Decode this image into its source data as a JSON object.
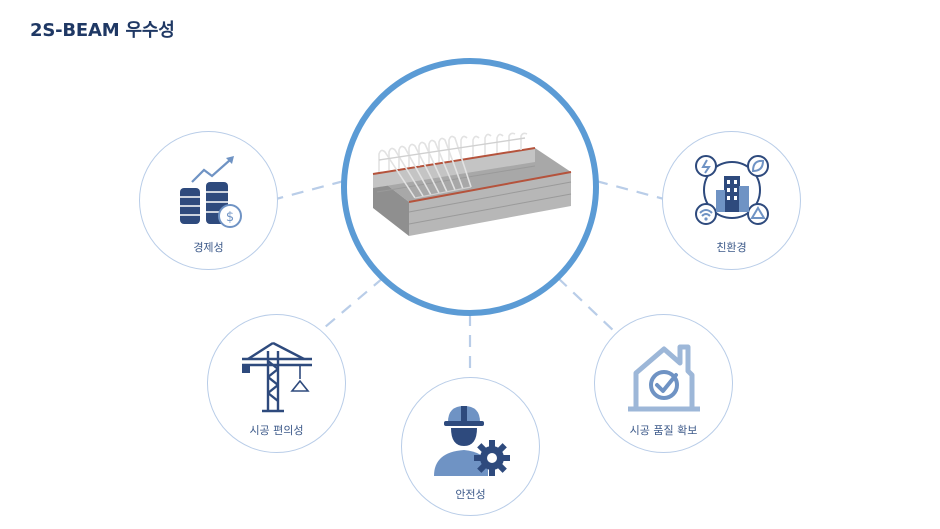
{
  "title": "2S-BEAM 우수성",
  "colors": {
    "title": "#1f3864",
    "center_ring": "#5b9bd5",
    "node_ring": "#b9cde8",
    "connector": "#b9cde8",
    "icon_dark": "#2e4a7d",
    "icon_light": "#6f93c4",
    "label": "#3d5a8a"
  },
  "center": {
    "image": "beam-rebar-cage-image"
  },
  "nodes": [
    {
      "id": "economy",
      "label": "경제성",
      "icon": "coins-growth-icon"
    },
    {
      "id": "eco",
      "label": "친환경",
      "icon": "green-building-icon"
    },
    {
      "id": "convenience",
      "label": "시공 편의성",
      "icon": "crane-icon"
    },
    {
      "id": "safety",
      "label": "안전성",
      "icon": "worker-gear-icon"
    },
    {
      "id": "quality",
      "label": "시공 품질 확보",
      "icon": "house-check-icon"
    }
  ]
}
